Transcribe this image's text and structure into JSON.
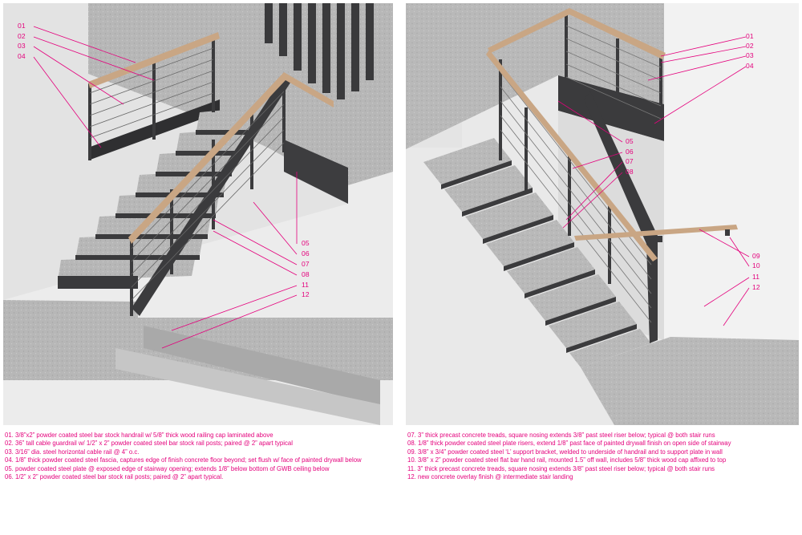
{
  "callouts_left": [
    "01",
    "02",
    "03",
    "04",
    "05",
    "06",
    "07",
    "08",
    "11",
    "12"
  ],
  "callouts_right": [
    "01",
    "02",
    "03",
    "04",
    "05",
    "06",
    "07",
    "08",
    "09",
    "10",
    "11",
    "12"
  ],
  "notes_left": [
    "01. 3/8”x2” powder coated steel bar stock handrail w/ 5/8” thick wood railing cap laminated above",
    "02. 36” tall cable guardrail w/ 1/2” x 2” powder coated steel bar stock rail posts; paired @ 2” apart typical",
    "03. 3/16” dia. steel horizontal cable rail @ 4” o.c.",
    "04. 1/8” thick powder coated steel fascia, captures edge of finish concrete floor beyond; set flush  w/ face of painted drywall below",
    "05. powder coated steel plate @ exposed edge of stairway opening; extends 1/8” below bottom of GWB ceiling below",
    "06. 1/2” x 2” powder coated steel bar stock rail posts; paired @ 2” apart typical."
  ],
  "notes_right": [
    "07. 3” thick precast concrete treads, square nosing extends 3/8” past steel riser below; typical @ both stair runs",
    "08. 1/8” thick powder coated steel plate risers, extend 1/8” past face of painted drywall finish on open side of stairway",
    "09. 3/8” x 3/4” powder coated steel ‘L’ support bracket, welded to underside of handrail and to support plate in wall",
    "10. 3/8” x 2” powder coated steel flat bar hand rail, mounted 1.5” off wall, includes 5/8” thick wood cap affixed to top",
    "11. 3” thick precast concrete treads, square nosing extends 3/8” past steel riser below; typical @ both stair runs",
    "12. new concrete overlay finish @ intermediate stair landing"
  ],
  "colors": {
    "callout": "#e4007c",
    "steel": "#3b3b3d",
    "concrete": "#b9b9b9",
    "wood": "#c9a684",
    "wall": "#e7e7e7"
  }
}
